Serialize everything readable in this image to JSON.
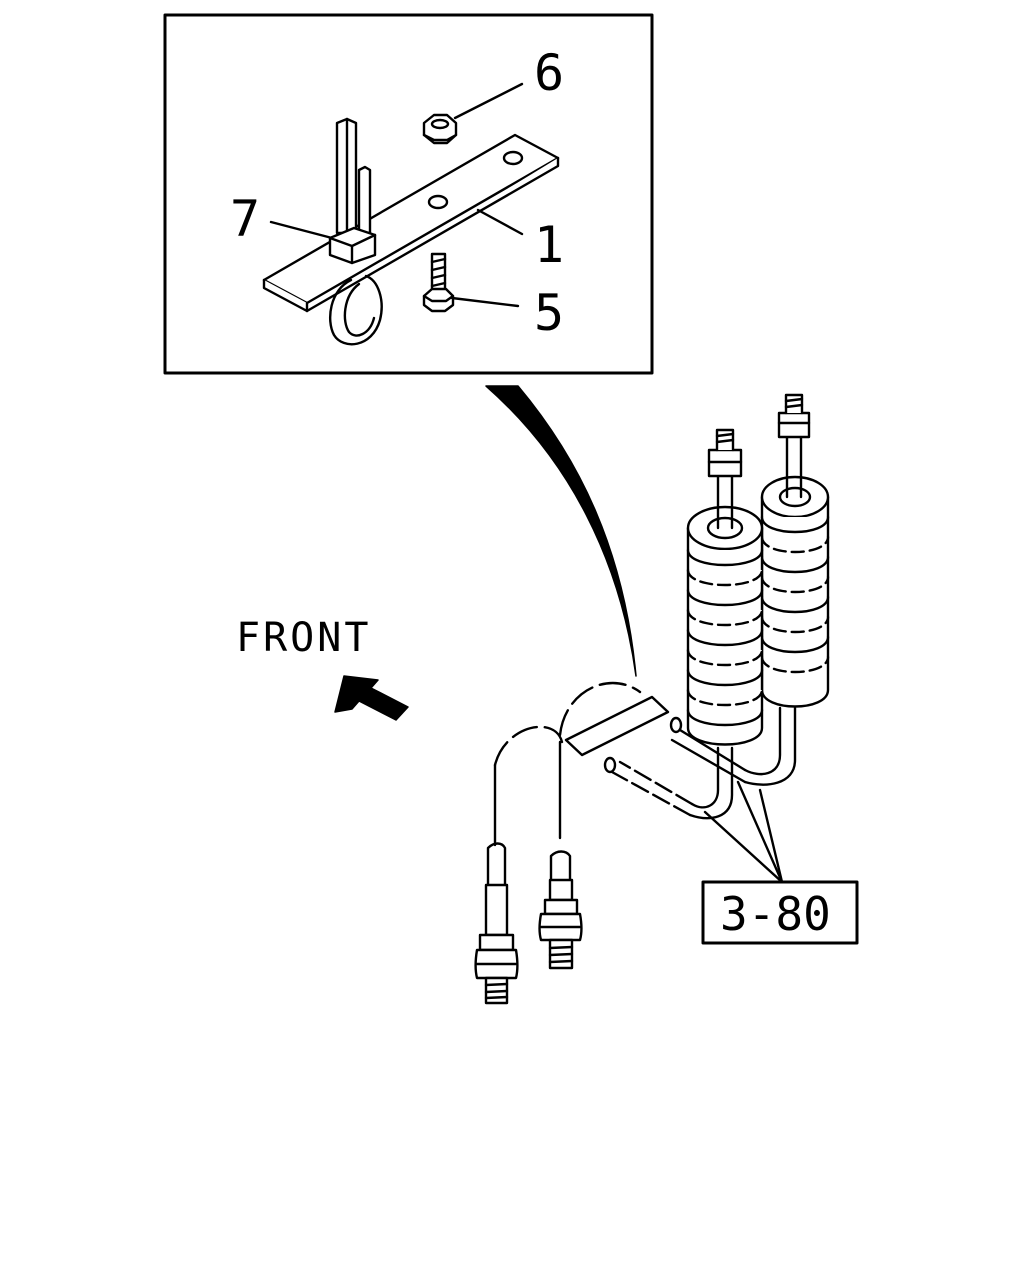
{
  "diagram": {
    "callouts": {
      "bracket": "1",
      "bolt": "5",
      "nut": "6",
      "clip": "7"
    },
    "direction_label": "FRONT",
    "reference_box": "3-80",
    "colors": {
      "line": "#000000",
      "background": "#ffffff"
    },
    "icons": [
      "front-arrow-icon",
      "leader-arrow-icon"
    ]
  }
}
